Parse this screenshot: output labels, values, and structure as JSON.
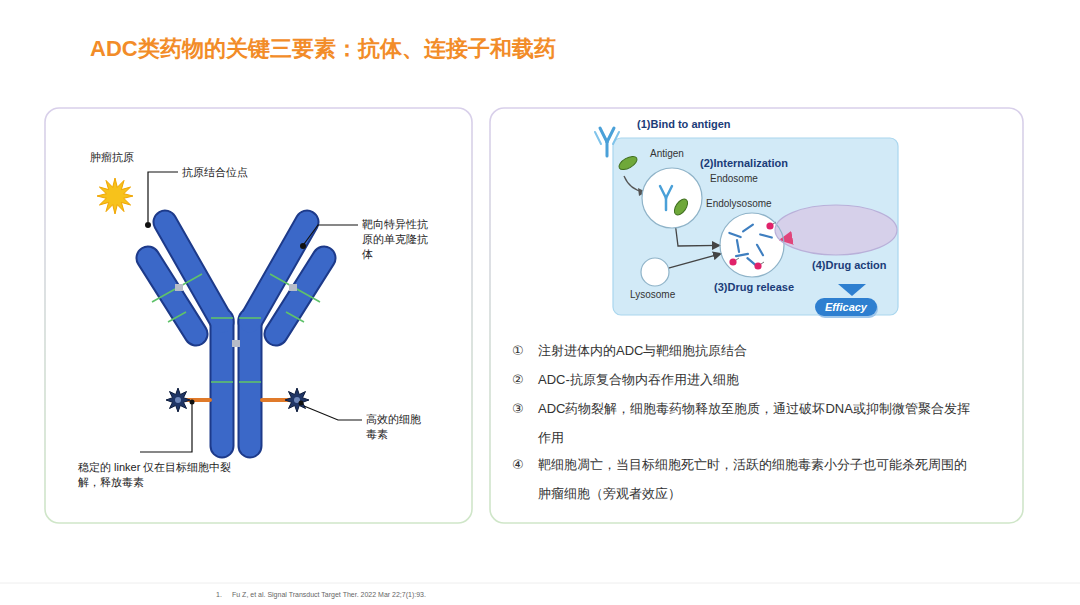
{
  "diagram": {
    "title": "ADC类药物的关键三要素：抗体、连接子和载药",
    "nodes": [
      {
        "text": [
          "Endosome"
        ]
      },
      {
        "text": [
          "Endolysosome",
          "(3)Drug release"
        ]
      },
      {
        "text": [
          "Lysosome"
        ]
      },
      {
        "text": [
          "(4)Drug action"
        ]
      },
      {
        "text": [
          "Efficacy"
        ]
      }
    ],
    "edges": [
      {
        "from": 0,
        "to": 1,
        "arrow": "to"
      },
      {
        "from": 2,
        "to": 1,
        "arrow": "to"
      },
      {
        "from": 1,
        "to": 3,
        "arrow": "to"
      }
    ],
    "labels": [
      "肿瘤抗原",
      "抗原结合位点",
      "靶向特异性抗原的单克隆抗体",
      "高效的细胞毒素",
      "稳定的 linker 仅在目标细胞中裂解，释放毒素",
      "(1)Bind to antigen",
      "Antigen",
      "(2)Internalization",
      "①",
      "注射进体内的ADC与靶细胞抗原结合",
      "②",
      "ADC-抗原复合物内吞作用进入细胞",
      "③",
      "ADC药物裂解，细胞毒药物释放至胞质，通过破坏DNA或抑制微管聚合发挥作用",
      "④",
      "靶细胞凋亡，当目标细胞死亡时，活跃的细胞毒素小分子也可能杀死周围的肿瘤细胞（旁观者效应）",
      "1.",
      "Fu Z, et al. Signal Transduct Target Ther. 2022 Mar 22;7(1):93."
    ]
  }
}
